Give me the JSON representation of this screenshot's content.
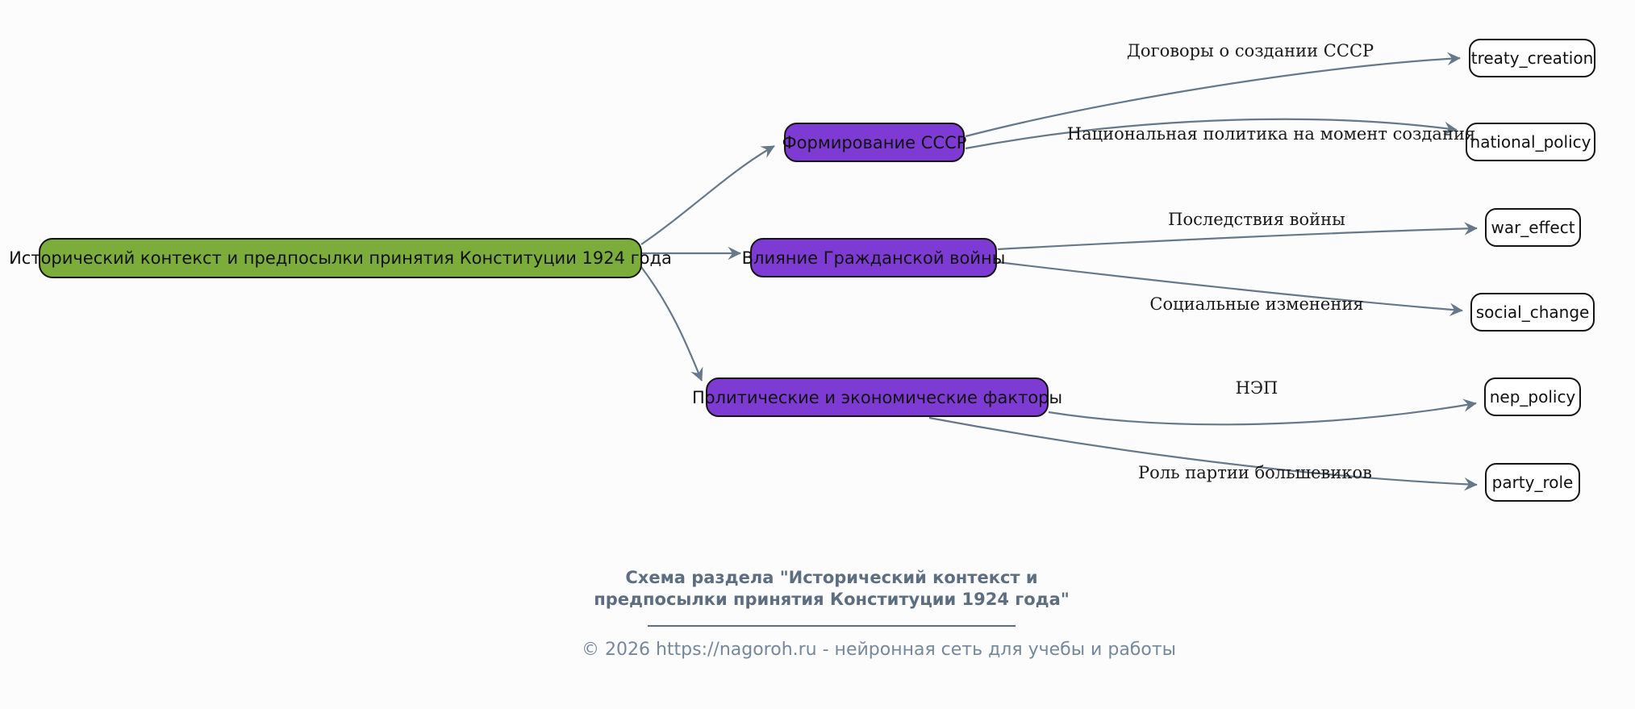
{
  "diagram": {
    "root": {
      "label": "Исторический контекст и предпосылки принятия Конституции 1924 года"
    },
    "branches": [
      {
        "id": "formation",
        "label": "Формирование СССР"
      },
      {
        "id": "civil_war",
        "label": "Влияние Гражданской войны"
      },
      {
        "id": "factors",
        "label": "Политические и экономические факторы"
      }
    ],
    "leaves": [
      {
        "id": "treaty_creation",
        "label": "treaty_creation",
        "edge_label": "Договоры о создании СССР",
        "parent": "formation"
      },
      {
        "id": "national_policy",
        "label": "national_policy",
        "edge_label": "Национальная политика на момент создания",
        "parent": "formation"
      },
      {
        "id": "war_effect",
        "label": "war_effect",
        "edge_label": "Последствия войны",
        "parent": "civil_war"
      },
      {
        "id": "social_change",
        "label": "social_change",
        "edge_label": "Социальные изменения",
        "parent": "civil_war"
      },
      {
        "id": "nep_policy",
        "label": "nep_policy",
        "edge_label": "НЭП",
        "parent": "factors"
      },
      {
        "id": "party_role",
        "label": "party_role",
        "edge_label": "Роль партии большевиков",
        "parent": "factors"
      }
    ],
    "colors": {
      "root_fill": "#7cad3b",
      "branch_fill": "#7d3bd4",
      "leaf_fill": "#ffffff",
      "node_border": "#141414",
      "edge": "#66788a"
    }
  },
  "footer": {
    "title_line1": "Схема раздела \"Исторический контекст и",
    "title_line2": "предпосылки принятия Конституции 1924 года\"",
    "copyright": "© 2026 https://nagoroh.ru - нейронная сеть для учебы и работы"
  }
}
